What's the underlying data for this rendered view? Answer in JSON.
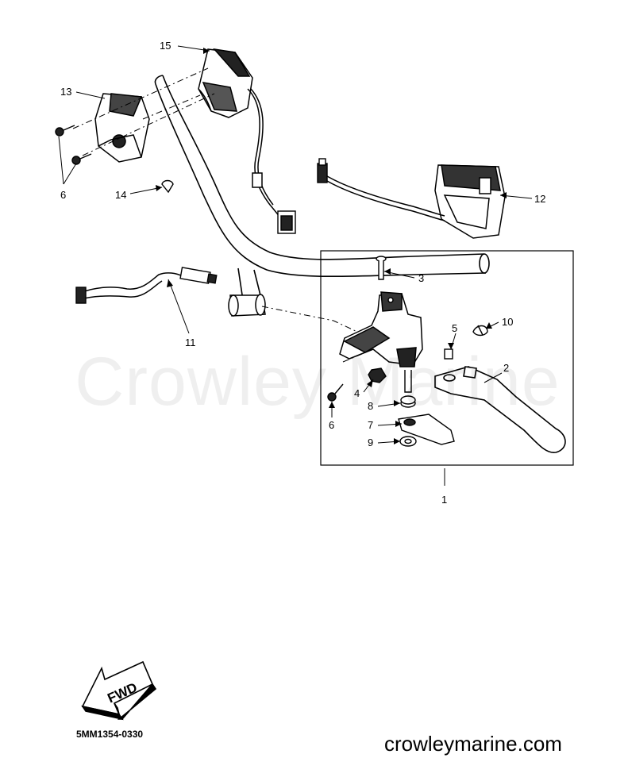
{
  "watermark": "Crowley Marine",
  "part_code": "5MM1354-0330",
  "site_url": "crowleymarine.com",
  "fwd_label": "FWD",
  "callouts": {
    "c1": "1",
    "c2": "2",
    "c3": "3",
    "c4": "4",
    "c5": "5",
    "c6a": "6",
    "c6b": "6",
    "c7": "7",
    "c8": "8",
    "c9": "9",
    "c10": "10",
    "c11": "11",
    "c12": "12",
    "c13": "13",
    "c14": "14",
    "c15": "15"
  }
}
